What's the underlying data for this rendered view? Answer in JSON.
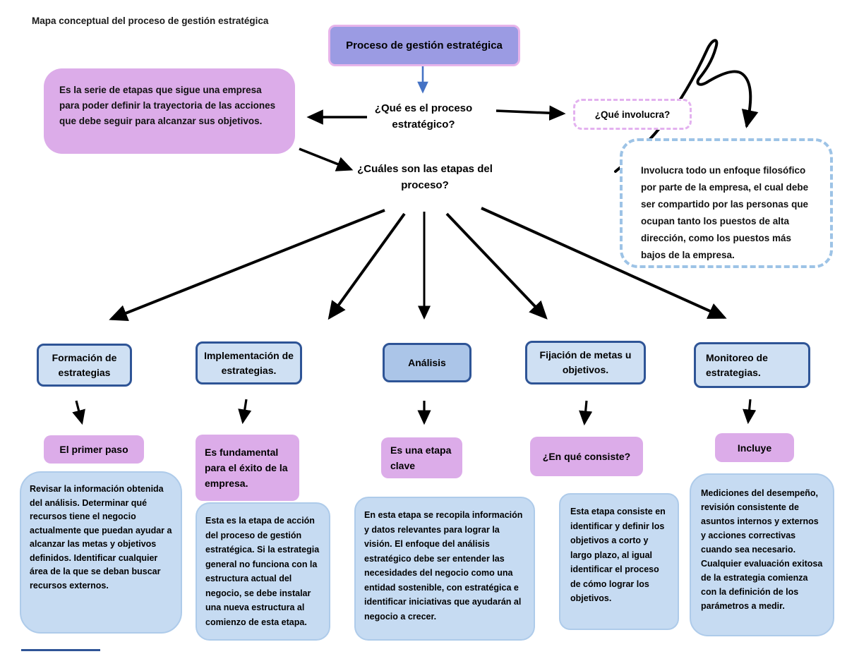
{
  "title": "Mapa conceptual del proceso de gestión estratégica",
  "root": {
    "label": "Proceso de gestión estratégica"
  },
  "questions": {
    "what_is": "¿Qué es el proceso estratégico?",
    "stages": "¿Cuáles son las etapas del proceso?",
    "involves": "¿Qué involucra?"
  },
  "definition": "Es la serie de etapas que sigue una empresa para poder definir la trayectoria de las acciones que debe seguir para alcanzar sus objetivos.",
  "involves_detail": "Involucra todo un enfoque filosófico por parte de la empresa, el cual debe ser compartido por las personas que ocupan tanto los puestos de alta dirección, como los puestos más bajos de la empresa.",
  "stages": [
    {
      "name": "Formación de estrategias",
      "label": "El primer paso",
      "description": "Revisar la información obtenida del análisis. Determinar qué recursos tiene el negocio actualmente que puedan ayudar a alcanzar las metas y objetivos definidos. Identificar cualquier área de la que se deban buscar recursos externos."
    },
    {
      "name": "Implementación de estrategias.",
      "label": "Es fundamental para el éxito de la empresa.",
      "description": "Esta es la etapa de acción del proceso de gestión estratégica. Si la estrategia general no funciona con la estructura actual del negocio, se debe instalar una nueva estructura al comienzo de esta etapa."
    },
    {
      "name": "Análisis",
      "label": "Es una etapa clave",
      "description": "En esta etapa se recopila información y datos relevantes para lograr la visión. El enfoque del análisis estratégico debe ser entender las necesidades del negocio como una entidad sostenible, con estratégica e identificar iniciativas que ayudarán al negocio a crecer."
    },
    {
      "name": "Fijación de metas u objetivos.",
      "label": "¿En qué consiste?",
      "description": "Esta etapa consiste en identificar y definir los objetivos a corto y largo plazo, al igual identificar el proceso de cómo lograr los objetivos."
    },
    {
      "name": "Monitoreo de estrategias.",
      "label": "Incluye",
      "description": "Mediciones del desempeño, revisión consistente de asuntos internos y externos y acciones correctivas cuando sea necesario. Cualquier evaluación exitosa de la estrategia comienza con la definición de los parámetros a medir."
    }
  ],
  "colors": {
    "periwinkle_fill": "#9b9be3",
    "pink_border": "#e7b4ea",
    "lilac_fill": "#dcace9",
    "dashed_purple": "#e3b1ef",
    "dashed_blue": "#9dc3e6",
    "stage_fill": "#cfe0f3",
    "analysis_fill": "#abc5e8",
    "stage_border": "#2e5496",
    "desc_fill": "#c6dbf2",
    "arrow_blue": "#4472c4",
    "arrow_black": "#000000"
  }
}
